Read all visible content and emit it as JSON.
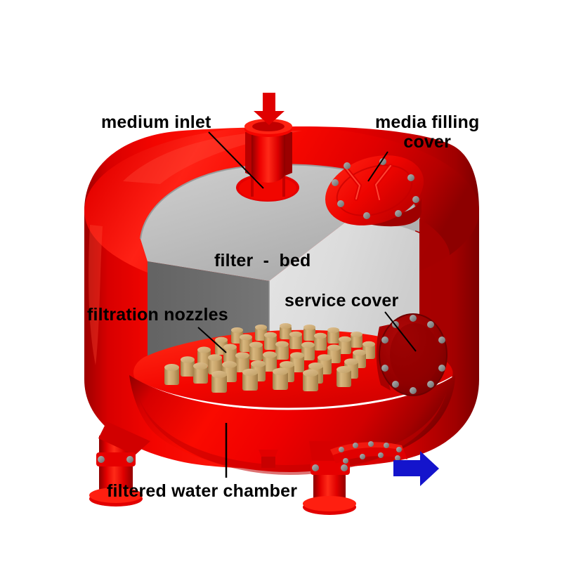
{
  "diagram": {
    "title": "Sand filter vessel cutaway",
    "labels": {
      "medium_inlet": "medium inlet",
      "media_filling_cover_line1": "media filling",
      "media_filling_cover_line2": "cover",
      "filter_bed": "filter  -  bed",
      "service_cover": "service cover",
      "filtration_nozzles": "filtration nozzles",
      "filtered_water_chamber": "filtered water chamber"
    },
    "icons": {
      "inlet_arrow": "down-arrow-icon",
      "outlet_arrow": "right-arrow-icon"
    },
    "colors": {
      "vessel_red": "#ee0000",
      "vessel_red_dark": "#b00000",
      "vessel_red_shadow": "#8c0000",
      "vessel_red_light": "#ff2a20",
      "interior_wall_dark_gray": "#6e6e6e",
      "interior_wall_light_gray": "#dcdcdc",
      "ceiling_gray": "#b8b8b8",
      "nozzle_tan": "#c9a46a",
      "nozzle_tan_light": "#dcbb86",
      "nozzle_tan_dark": "#a8854f",
      "bolt_gray": "#8f8f8f",
      "inlet_arrow_red": "#e00000",
      "outlet_arrow_blue": "#1414cc",
      "leader_line": "#000000",
      "background": "#ffffff"
    },
    "components": {
      "inlet_nozzle": "top flanged inlet nozzle",
      "distributor_pipe": "internal distributor pipe",
      "media_filling_cover": "bolted elliptical manhole cover with two handles",
      "service_cover": "bolted circular side inspection cover",
      "nozzle_floor_plate": "red floor plate carrying filtration nozzles",
      "filtered_water_chamber": "lower red dome below floor plate",
      "legs": "three red tubular support legs with base flanges",
      "outlet_pipe": "bolted outlet flange pipe at lower right"
    },
    "counts": {
      "media_cover_bolts": 8,
      "service_cover_bolts": 10,
      "nozzle_rows": 6,
      "legs": 3
    }
  }
}
